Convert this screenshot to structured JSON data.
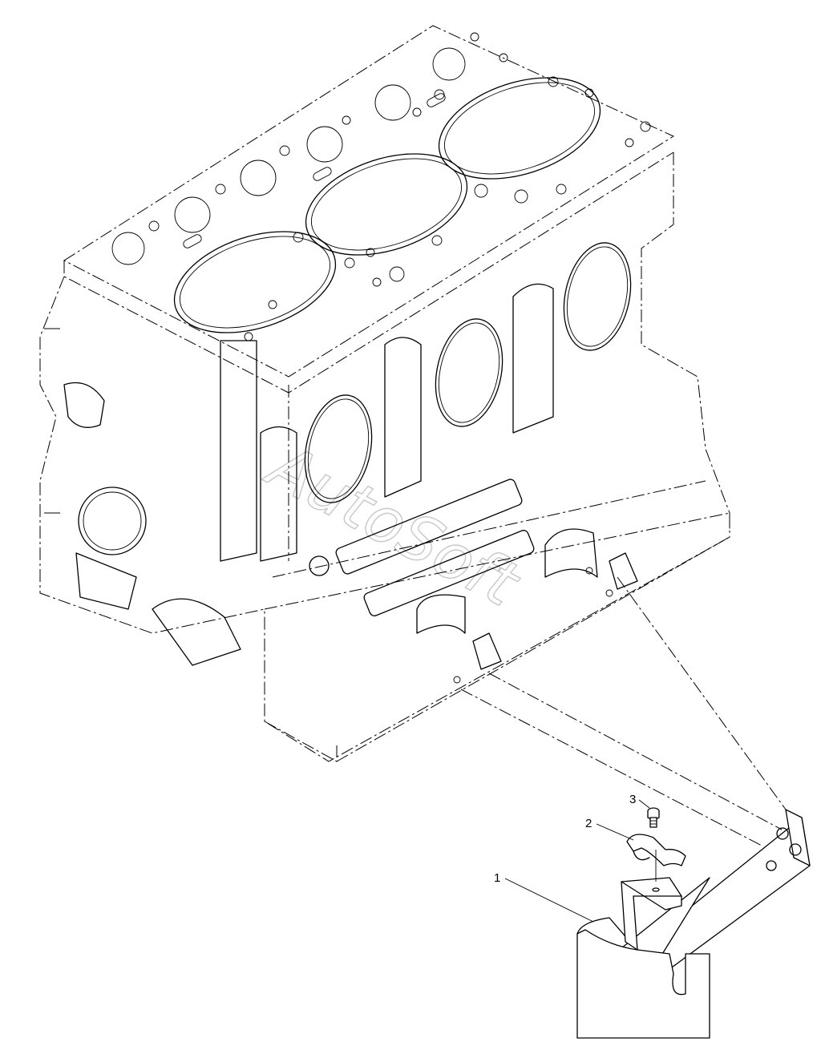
{
  "watermark": "AutoSoft",
  "callouts": [
    {
      "id": "1",
      "label": "1"
    },
    {
      "id": "2",
      "label": "2"
    },
    {
      "id": "3",
      "label": "3"
    }
  ],
  "colors": {
    "line": "#000000",
    "background": "#ffffff",
    "watermark": "#c8c8c8"
  }
}
